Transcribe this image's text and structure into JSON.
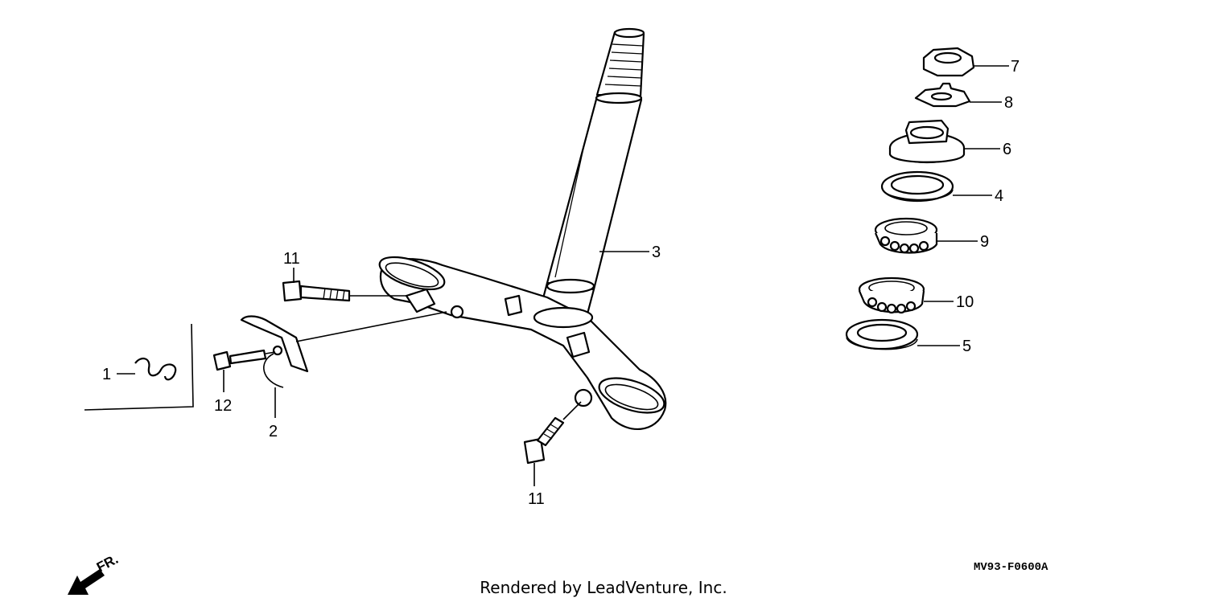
{
  "diagram": {
    "labels": [
      {
        "id": "callout-7",
        "text": "7"
      },
      {
        "id": "callout-8",
        "text": "8"
      },
      {
        "id": "callout-6",
        "text": "6"
      },
      {
        "id": "callout-4",
        "text": "4"
      },
      {
        "id": "callout-9",
        "text": "9"
      },
      {
        "id": "callout-10",
        "text": "10"
      },
      {
        "id": "callout-5",
        "text": "5"
      },
      {
        "id": "callout-3",
        "text": "3"
      },
      {
        "id": "callout-11a",
        "text": "11"
      },
      {
        "id": "callout-11b",
        "text": "11"
      },
      {
        "id": "callout-12",
        "text": "12"
      },
      {
        "id": "callout-2",
        "text": "2"
      },
      {
        "id": "callout-1",
        "text": "1"
      }
    ],
    "diagram_code": "MV93-F0600A",
    "front_indicator": "FR.",
    "credit": "Rendered by LeadVenture, Inc."
  }
}
